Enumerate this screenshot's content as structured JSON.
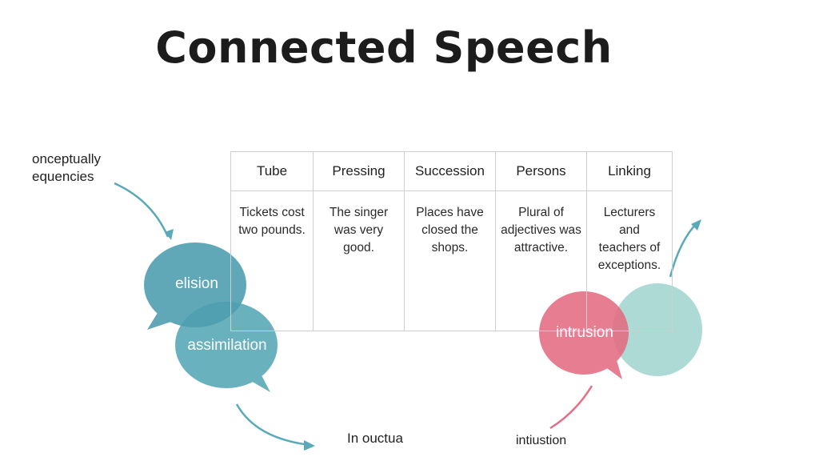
{
  "title": "Connected Speech",
  "notes": {
    "top_left_line1": "onceptually",
    "top_left_line2": "equencies",
    "bottom_center": "In ouctua",
    "bottom_right": "intiustion"
  },
  "table": {
    "headers": [
      "Tube",
      "Pressing",
      "Succession",
      "Persons",
      "Linking"
    ],
    "cells": [
      [
        "Tickets cost",
        "two pounds."
      ],
      [
        "The singer",
        "was very",
        "good."
      ],
      [
        "Places have",
        "closed the",
        "shops."
      ],
      [
        "Plural of",
        "adjectives was",
        "attractive."
      ],
      [
        "Lecturers",
        "and",
        "teachers of",
        "exceptions."
      ]
    ]
  },
  "bubbles": {
    "elision": "elision",
    "assimilation": "assimilation",
    "intrusion": "intrusion"
  },
  "colors": {
    "teal": "#5aa9b8",
    "teal_light": "#9fd3cd",
    "pink": "#e46f85",
    "arrow_teal": "#5aa9b8",
    "arrow_pink": "#e46f85"
  }
}
